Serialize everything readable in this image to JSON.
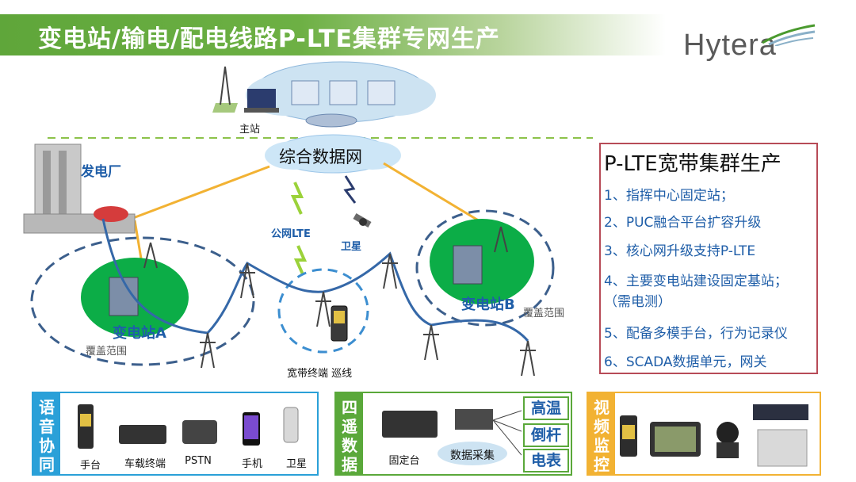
{
  "title": "变电站/输电/配电线路P-LTE集群专网生产",
  "logo": "Hytera",
  "network": {
    "master_station": "主站",
    "data_network": "综合数据网",
    "power_plant": "发电厂",
    "public_lte": "公网LTE",
    "satellite": "卫星",
    "substation_a": "变电站A",
    "substation_b": "变电站B",
    "coverage_a": "覆盖范围",
    "coverage_b": "覆盖范围",
    "terminal_patrol": "宽带终端 巡线"
  },
  "feature_list": {
    "title": "P-LTE宽带集群生产",
    "items": [
      {
        "line1": "1、指挥中心固定站；"
      },
      {
        "line1": "2、PUC融合平台扩容升级"
      },
      {
        "line1": "3、核心网升级支持P-LTE"
      },
      {
        "line1": "4、主要变电站建设固定基站；",
        "line2": "（需电测）"
      },
      {
        "line1": "5、配备多模手台，行为记录仪"
      },
      {
        "line1": "6、SCADA数据单元，网关"
      }
    ]
  },
  "panels": {
    "voice": {
      "title": "语音协同",
      "devices": [
        "手台",
        "车载终端",
        "PSTN",
        "手机",
        "卫星"
      ]
    },
    "four_remote": {
      "title": "四遥数据",
      "fixed": "固定台",
      "collect": "数据采集",
      "tags": [
        "高温",
        "倒杆",
        "电表"
      ]
    },
    "video": {
      "title": "视频监控"
    }
  },
  "colors": {
    "title_green": "#6db044",
    "ring_blue": "#3c5f8c",
    "zone_green": "#0cad47",
    "line_yellow": "#f2b233",
    "panel_blue": "#2aa0d8",
    "panel_green": "#5aa83a",
    "panel_yellow": "#f2b233",
    "list_border": "#b74b57"
  }
}
